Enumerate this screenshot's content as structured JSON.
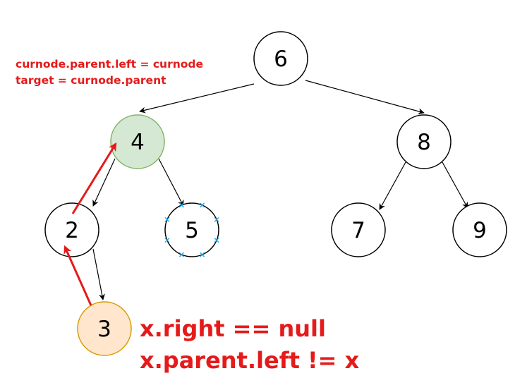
{
  "nodes": [
    {
      "id": "6",
      "label": "6"
    },
    {
      "id": "4",
      "label": "4"
    },
    {
      "id": "8",
      "label": "8"
    },
    {
      "id": "2",
      "label": "2"
    },
    {
      "id": "5",
      "label": "5"
    },
    {
      "id": "7",
      "label": "7"
    },
    {
      "id": "9",
      "label": "9"
    },
    {
      "id": "3",
      "label": "3"
    }
  ],
  "edges": [
    {
      "from": "6",
      "to": "4"
    },
    {
      "from": "6",
      "to": "8"
    },
    {
      "from": "4",
      "to": "2"
    },
    {
      "from": "4",
      "to": "5"
    },
    {
      "from": "8",
      "to": "7"
    },
    {
      "from": "8",
      "to": "9"
    },
    {
      "from": "2",
      "to": "3"
    }
  ],
  "traversal_arrows": [
    {
      "from": "3",
      "to": "2"
    },
    {
      "from": "2",
      "to": "4"
    }
  ],
  "highlighted_node": "4",
  "current_node": "3",
  "removed_node": "5",
  "annotations": {
    "top_left": [
      "curnode.parent.left = curnode",
      "target = curnode.parent"
    ],
    "bottom": [
      "x.right == null",
      "x.parent.left != x"
    ]
  },
  "colors": {
    "annotation": "#e51a1a",
    "highlight_fill": "#d5e8d4",
    "highlight_stroke": "#82b366",
    "current_fill": "#ffe6cc",
    "current_stroke": "#d79b00",
    "x_marks": "#1ba1e2"
  }
}
